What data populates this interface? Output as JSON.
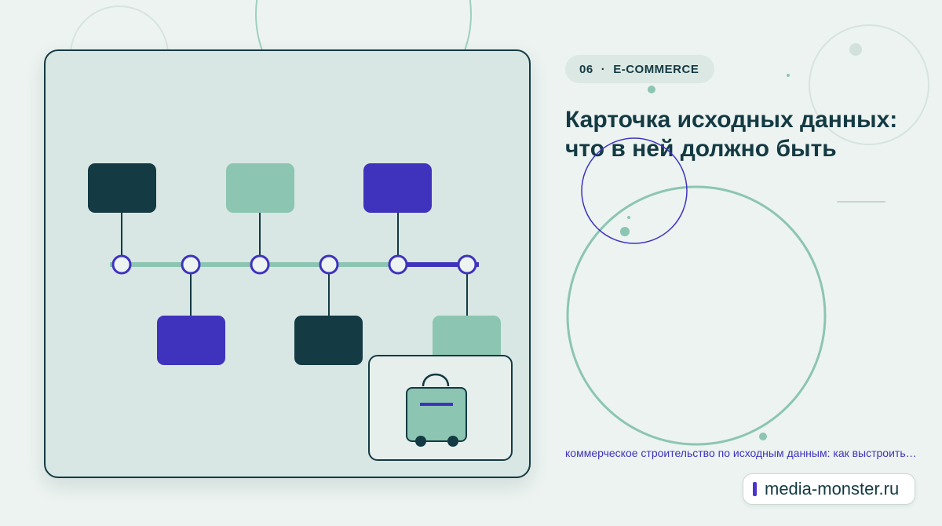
{
  "badge": {
    "number": "06",
    "separator": "·",
    "category": "E-COMMERCE"
  },
  "title": "Карточка исходных данных: что в ней должно быть",
  "subtitle": "коммерческое строительство по исходным данным: как выстроить…",
  "brand": {
    "name": "media-monster.ru"
  },
  "colors": {
    "dark": "#143a43",
    "mint": "#8cc5b2",
    "indigo": "#3f33bd",
    "card_bg": "#d8e7e3",
    "page_bg": "#ecf3f0"
  },
  "illustration": {
    "nodes": 6,
    "blocks": [
      {
        "position": "top",
        "color": "dark"
      },
      {
        "position": "top",
        "color": "mint"
      },
      {
        "position": "top",
        "color": "indigo"
      },
      {
        "position": "bottom",
        "color": "indigo"
      },
      {
        "position": "bottom",
        "color": "dark"
      },
      {
        "position": "bottom",
        "color": "mint"
      }
    ],
    "icon": "shopping-bag-icon"
  }
}
